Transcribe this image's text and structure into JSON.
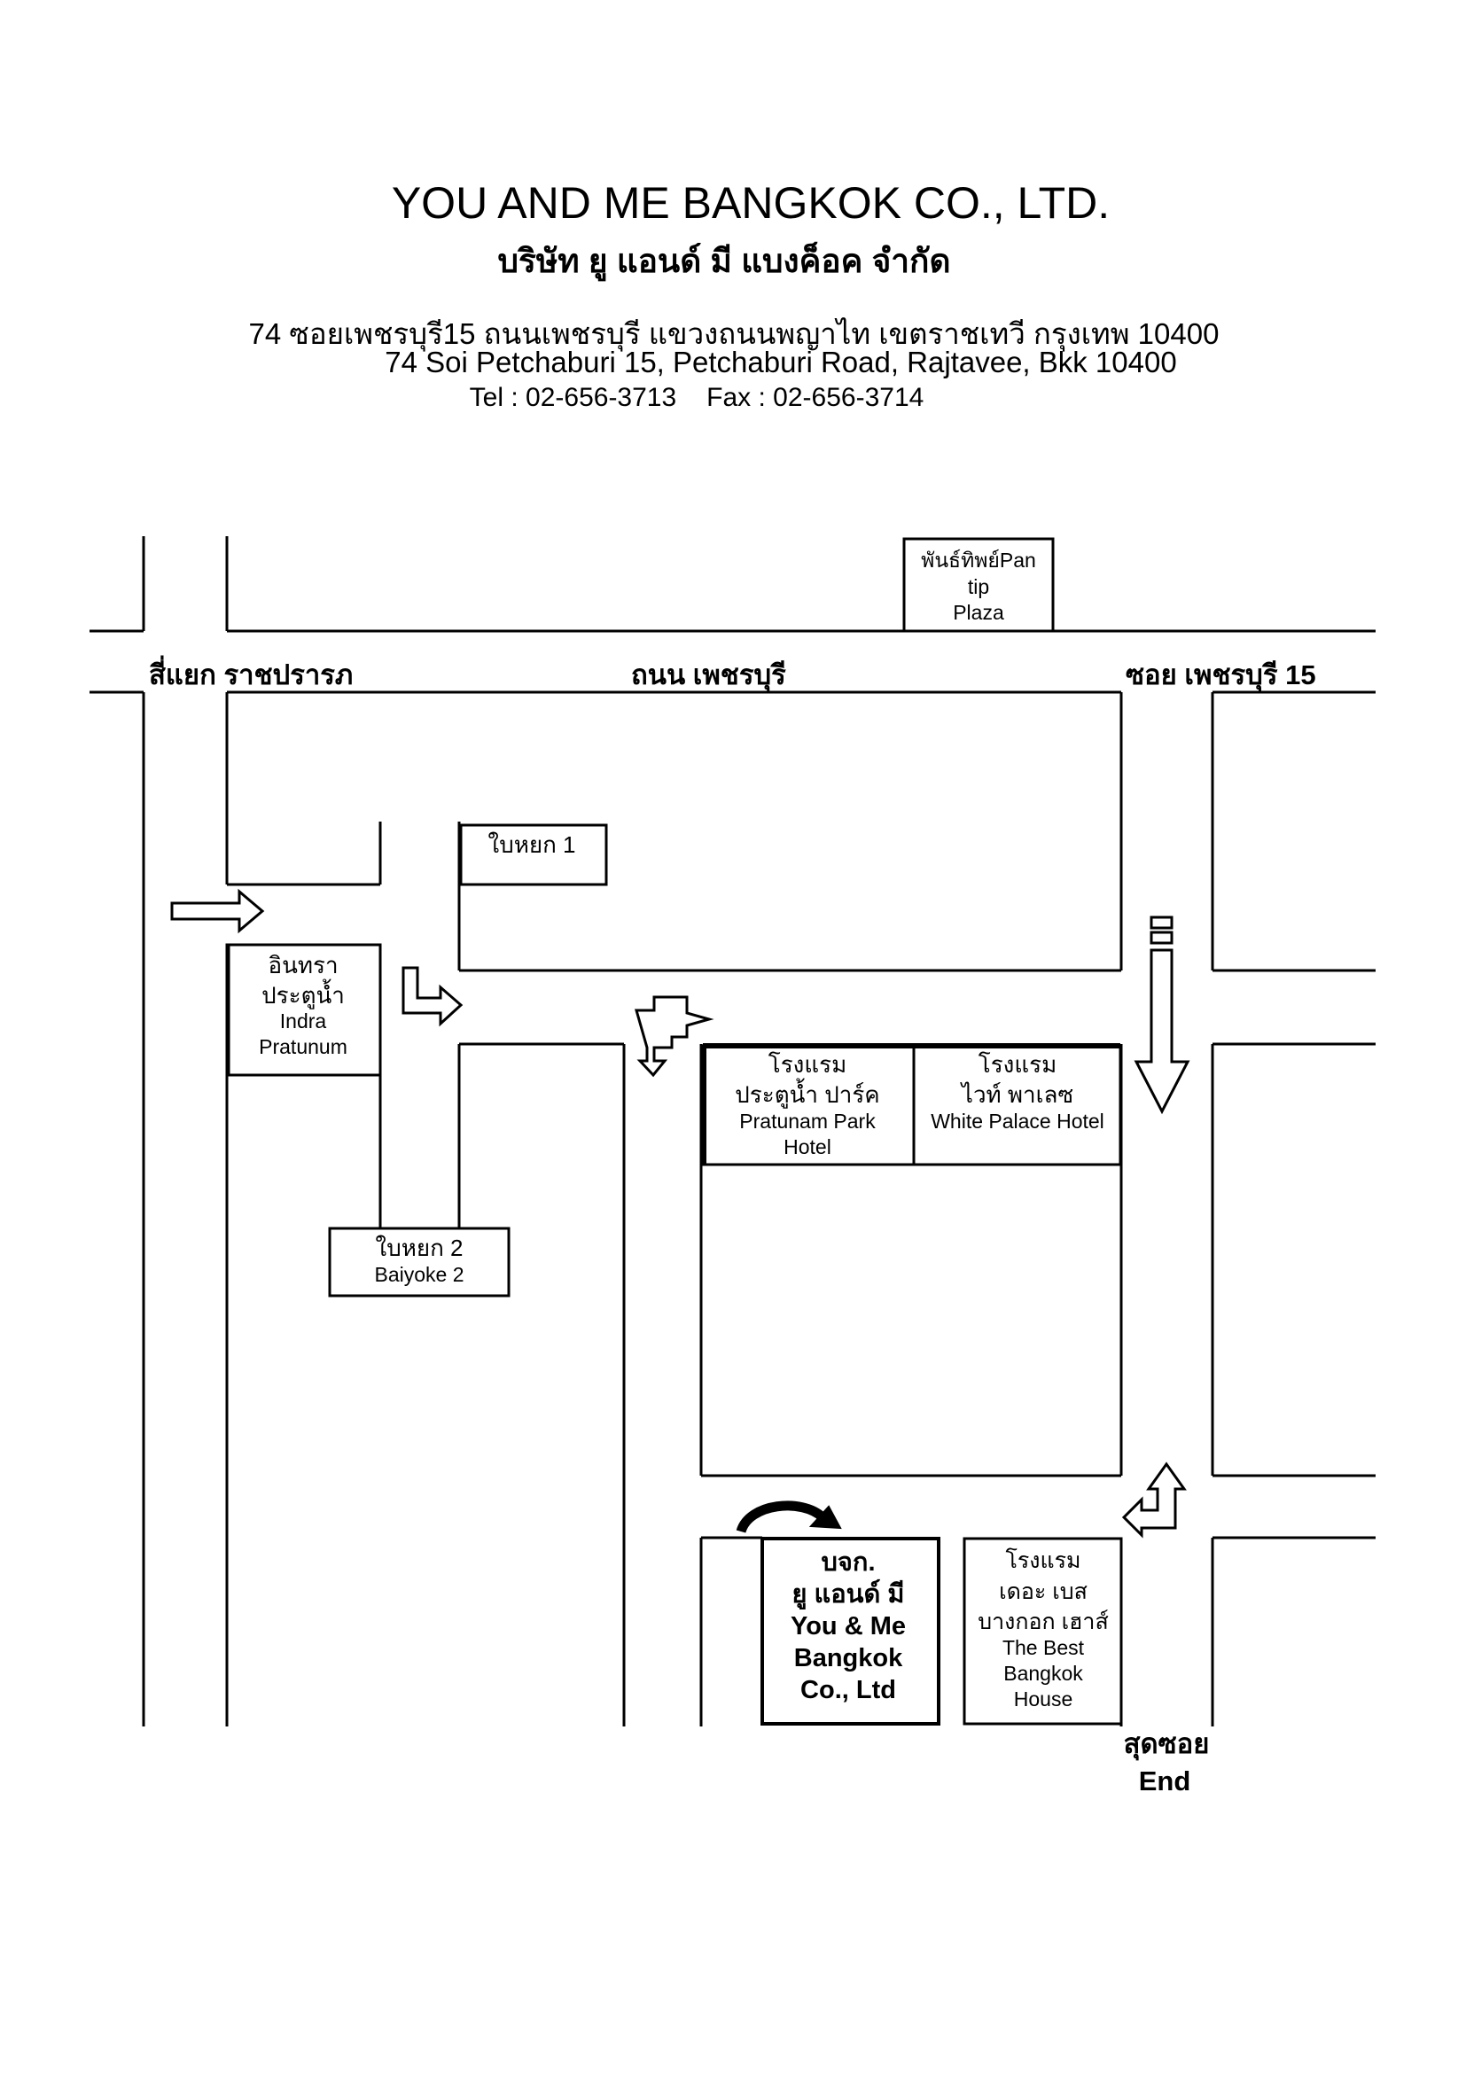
{
  "header": {
    "company_name_en": "YOU AND ME BANGKOK CO., LTD.",
    "company_name_th": "บริษัท ยู แอนด์ มี แบงค็อค จำกัด",
    "address_th": "74 ซอยเพชรบุรี15 ถนนเพชรบุรี แขวงถนนพญาไท เขตราชเทวี กรุงเทพ 10400",
    "address_en": "74 Soi Petchaburi 15, Petchaburi Road, Rajtavee, Bkk 10400",
    "tel": "Tel : 02-656-3713",
    "fax": "Fax : 02-656-3714"
  },
  "map": {
    "road_labels": {
      "intersection": "สี่แยก ราชปรารภ",
      "main_road": "ถนน เพชรบุรี",
      "soi": "ซอย เพชรบุรี 15",
      "dead_end_th": "สุดซอย",
      "dead_end_en": "End"
    },
    "landmarks": {
      "pantip": [
        "พันธ์ทิพย์Pan",
        "tip",
        "Plaza"
      ],
      "baiyoke1": [
        "ใบหยก 1"
      ],
      "indra": [
        "อินทรา",
        "ประตูน้ำ",
        "Indra",
        "Pratunum"
      ],
      "baiyoke2": [
        "ใบหยก 2",
        "Baiyoke 2"
      ],
      "pratunam_park": [
        "โรงแรม",
        "ประตูน้ำ ปาร์ค",
        "Pratunam Park",
        "Hotel"
      ],
      "white_palace": [
        "โรงแรม",
        "ไวท์ พาเลซ",
        "White Palace Hotel"
      ],
      "you_and_me": [
        "บจก.",
        "ยู แอนด์ มี",
        "You & Me",
        "Bangkok",
        "Co., Ltd"
      ],
      "best_bangkok": [
        "โรงแรม",
        "เดอะ เบส",
        "บางกอก เฮาส์",
        "The Best",
        "Bangkok",
        "House"
      ]
    }
  }
}
